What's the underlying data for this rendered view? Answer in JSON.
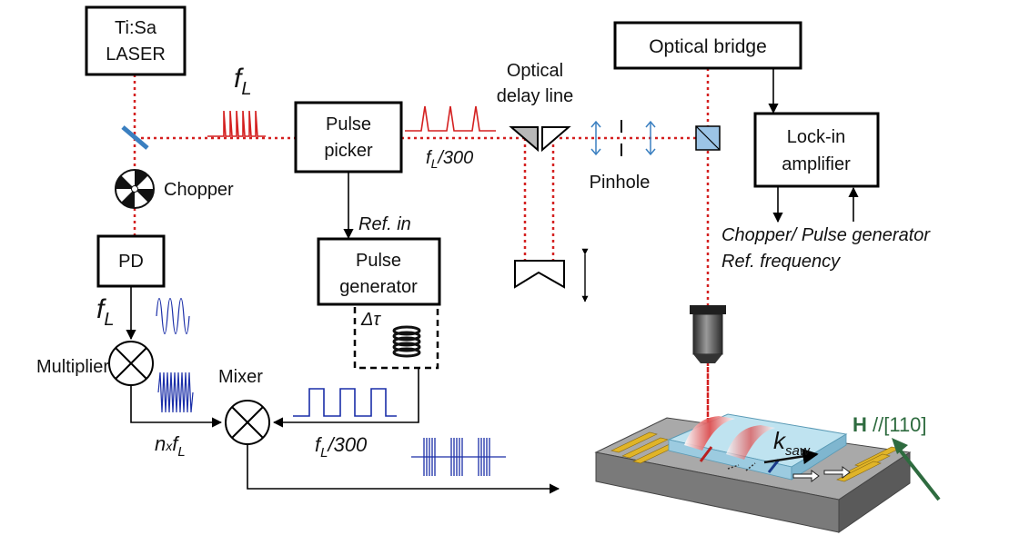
{
  "boxes": {
    "laser_line1": "Ti:Sa",
    "laser_line2": "LASER",
    "pulse_picker_line1": "Pulse",
    "pulse_picker_line2": "picker",
    "optical_bridge": "Optical bridge",
    "lockin_line1": "Lock-in",
    "lockin_line2": "amplifier",
    "pd": "PD",
    "pulse_gen_line1": "Pulse",
    "pulse_gen_line2": "generator"
  },
  "labels": {
    "fL_top": "f",
    "fL_top_sub": "L",
    "fL_300_top": "f",
    "fL_300_top_sub": "L",
    "fL_300_top_rest": "/300",
    "delay_line1": "Optical",
    "delay_line2": "delay line",
    "pinhole": "Pinhole",
    "chopper": "Chopper",
    "ref_in": "Ref. in",
    "lockin_ref_line1": "Chopper/ Pulse generator",
    "lockin_ref_line2": "Ref. frequency",
    "fL_left": "f",
    "fL_left_sub": "L",
    "multiplier": "Multiplier",
    "mixer": "Mixer",
    "delta_tau": "Δτ",
    "nxfL_n": "n",
    "nxfL_x": "x",
    "nxfL_f": "f",
    "nxfL_sub": "L",
    "fL_300_bot": "f",
    "fL_300_bot_sub": "L",
    "fL_300_bot_rest": "/300",
    "ksaw_k": "k",
    "ksaw_sub": "saw",
    "field_H": "H",
    "field_rest": " //[110]"
  },
  "colors": {
    "beam": "#d42020",
    "signal_blue": "#1a2ea8",
    "field_green": "#2e6b3f",
    "electrode_gold": "#e0b428",
    "sample_blue": "#bfe3f0"
  }
}
